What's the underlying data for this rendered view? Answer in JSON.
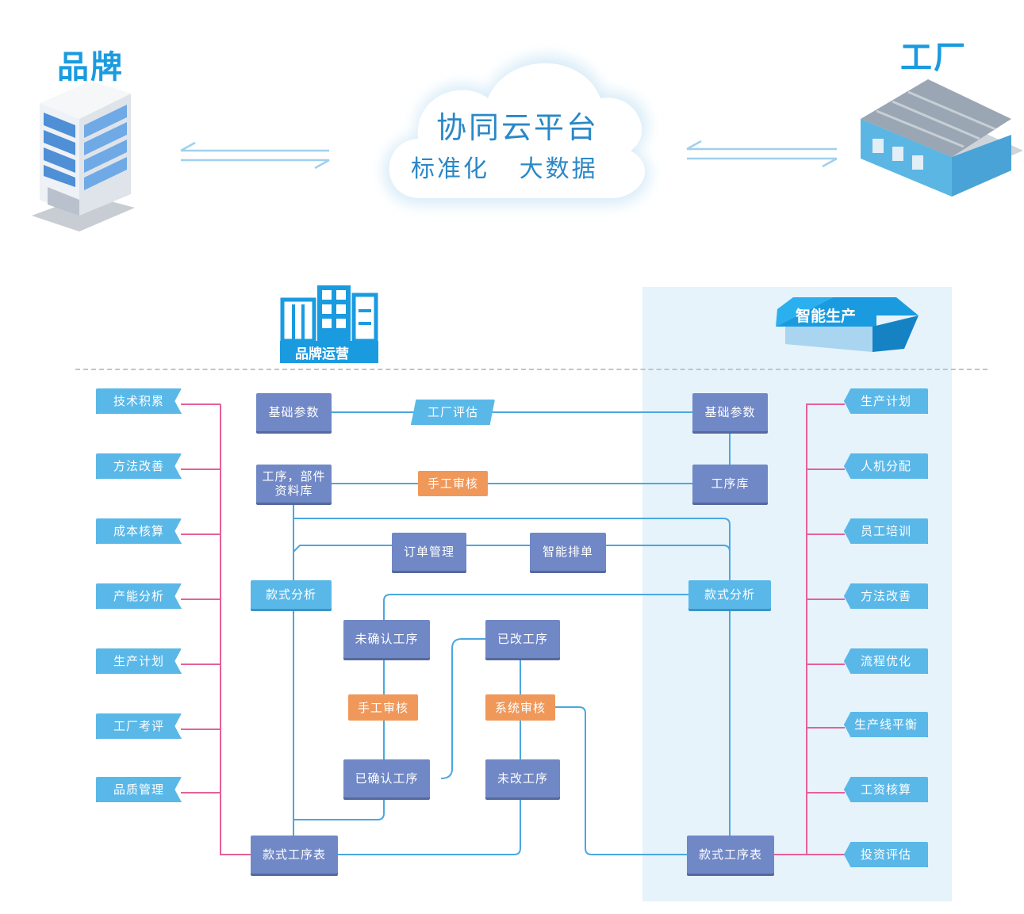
{
  "top": {
    "brand_label": "品牌",
    "factory_label": "工厂",
    "cloud_title": "协同云平台",
    "cloud_subtitle": "标准化   大数据"
  },
  "badges": {
    "brand_ops": "品牌运营",
    "smart_production": "智能生产"
  },
  "left_list": [
    "技术积累",
    "方法改善",
    "成本核算",
    "产能分析",
    "生产计划",
    "工厂考评",
    "品质管理"
  ],
  "right_list": [
    "生产计划",
    "人机分配",
    "员工培训",
    "方法改善",
    "流程优化",
    "生产线平衡",
    "工资核算",
    "投资评估"
  ],
  "nodes": {
    "brand_base_params": "基础参数",
    "brand_process_lib": "工序，部件\n资料库",
    "brand_style_analysis": "款式分析",
    "brand_style_process_table": "款式工序表",
    "factory_eval": "工厂评估",
    "manual_review_top": "手工审核",
    "order_mgmt": "订单管理",
    "smart_scheduling": "智能排单",
    "factory_base_params": "基础参数",
    "factory_process_lib": "工序库",
    "factory_style_analysis": "款式分析",
    "factory_style_process_table": "款式工序表",
    "unconfirmed_process": "未确认工序",
    "manual_review_mid": "手工审核",
    "confirmed_process": "已确认工序",
    "changed_process": "已改工序",
    "system_review": "系统审核",
    "unchanged_process": "未改工序"
  },
  "colors": {
    "accent_blue": "#5ab8e8",
    "node_purple": "#7088c6",
    "review_orange": "#f0985a",
    "link_blue": "#4aa8df",
    "link_pink": "#e5609a",
    "panel_bg": "#e6f3fb"
  }
}
